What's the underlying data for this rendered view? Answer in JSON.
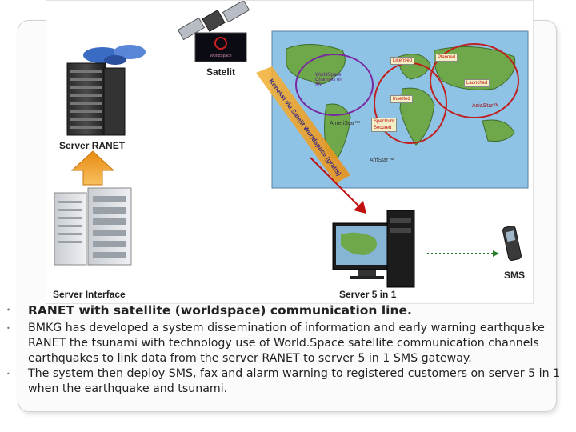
{
  "diagram": {
    "labels": {
      "server_ranet": "Server RANET",
      "server_interface": "Server Interface",
      "satelit": "Satelit",
      "server5in1": "Server 5 in 1",
      "sms": "SMS",
      "link_text": "Koneksi via Satelit Worldspace (gratis)"
    },
    "map": {
      "worldspace_xm": "WorldSpace Channels on XM",
      "ameristar": "AmeriStar™",
      "afristar": "AfriStar™",
      "asiastar": "AsiaStar™",
      "planned": "Planned",
      "launched": "Launched",
      "inserted": "Inserted",
      "licensed": "Licensed",
      "spectrum_secured": "Spectrum Secured"
    },
    "logo_text": "WorldSpace"
  },
  "bullets": [
    {
      "text": "RANET with satellite (worldspace) communication line.",
      "bold": true
    },
    {
      "text": "BMKG has developed a system dissemination of information and early warning earthquake RANET the tsunami with technology use of  World.Space satellite communication channels earthquakes to link data from the server RANET to server 5 in 1 SMS gateway.",
      "bold": false
    },
    {
      "text": "The system then deploy SMS, fax and alarm warning to registered customers on server 5 in 1 when the earthquake and tsunami.",
      "bold": false
    }
  ],
  "colors": {
    "arrow_orange": "#f0a020",
    "map_water": "#8fc3e6",
    "land": "#6ea84a"
  }
}
